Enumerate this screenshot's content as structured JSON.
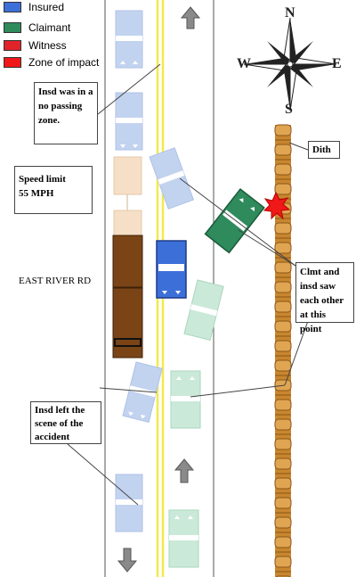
{
  "legend": [
    {
      "label": "Insured",
      "color": "#3d6fd8"
    },
    {
      "label": "Claimant",
      "color": "#2f8a5c"
    },
    {
      "label": "Witness",
      "color": "#e0242a"
    },
    {
      "label": "Zone of impact",
      "color": "#f01818"
    }
  ],
  "compass": {
    "n": "N",
    "s": "S",
    "e": "E",
    "w": "W"
  },
  "notes": {
    "no_passing": "Insd was in a no passing zone.",
    "speed_limit": "Speed limit\n55 MPH",
    "road_name": "EAST RIVER RD",
    "ditch": "Dith",
    "saw_each_other": "Clmt and insd saw each other at this point",
    "left_scene": "Insd left the scene of the accident"
  },
  "colors": {
    "insured": "#3d6fd8",
    "insured_faded": "#c2d3f0",
    "claimant": "#2f8a5c",
    "claimant_faded": "#cbe9d9",
    "truck_faded": "#f6dfc7",
    "truck": "#7a4416",
    "center_line": "#f3e94a",
    "ditch": "#c8862e",
    "impact": "#f01818"
  }
}
